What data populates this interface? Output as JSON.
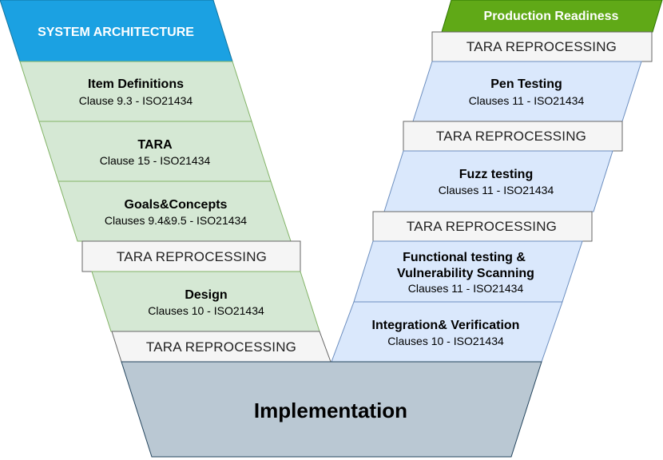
{
  "left": {
    "header": "SYSTEM ARCHITECTURE",
    "bands": [
      {
        "title": "Item Definitions",
        "sub": "Clause 9.3 - ISO21434"
      },
      {
        "title": "TARA",
        "sub": "Clause 15 - ISO21434"
      },
      {
        "title": "Goals&Concepts",
        "sub": "Clauses 9.4&9.5 - ISO21434"
      },
      {
        "tara": "TARA REPROCESSING"
      },
      {
        "title": "Design",
        "sub": "Clauses 10 - ISO21434"
      },
      {
        "tara": "TARA REPROCESSING"
      }
    ]
  },
  "right": {
    "header": "Production Readiness",
    "bands": [
      {
        "tara": "TARA REPROCESSING"
      },
      {
        "title": "Pen Testing",
        "sub": "Clauses 11 - ISO21434"
      },
      {
        "tara": "TARA REPROCESSING"
      },
      {
        "title": "Fuzz testing",
        "sub": "Clauses 11 - ISO21434"
      },
      {
        "tara": "TARA REPROCESSING"
      },
      {
        "title": "Functional testing &",
        "title2": "Vulnerability Scanning",
        "sub": "Clauses 11 - ISO21434"
      },
      {
        "title": "Integration& Verification",
        "sub": "Clauses 10 - ISO21434"
      }
    ]
  },
  "implementation": "Implementation",
  "colors": {
    "left_header": "#1ba1e2",
    "right_header": "#60a917",
    "left_band": "#d5e8d4",
    "left_stroke": "#82b366",
    "right_band": "#dae8fc",
    "right_stroke": "#6c8ebf",
    "tara_band": "#f5f5f5",
    "tara_stroke": "#666666",
    "implementation": "#bac8d3",
    "implementation_stroke": "#23445d"
  }
}
